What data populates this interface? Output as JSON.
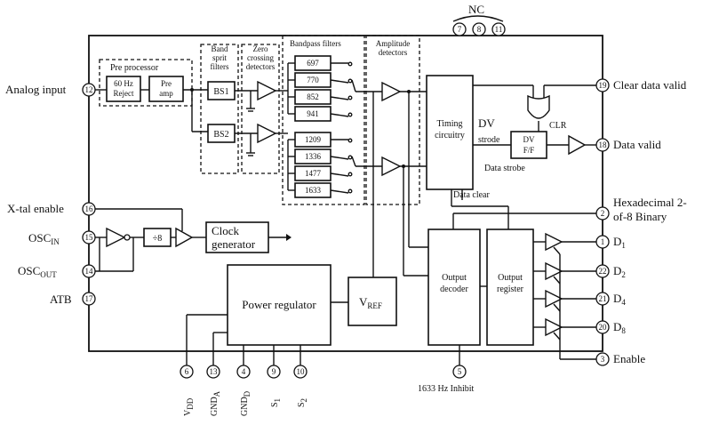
{
  "labels": {
    "nc": "NC",
    "analog_input": "Analog input",
    "pre_processor": "Pre processor",
    "hz_reject_1": "60 Hz",
    "hz_reject_2": "Reject",
    "preamp_1": "Pre",
    "preamp_2": "amp",
    "band_split_1": "Band",
    "band_split_2": "sprit",
    "band_split_3": "filters",
    "bs1": "BS1",
    "bs2": "BS2",
    "zero_cross_1": "Zero",
    "zero_cross_2": "crossing",
    "zero_cross_3": "detectors",
    "bandpass": "Bandpass filters",
    "amp_det_1": "Amplitude",
    "amp_det_2": "detectors",
    "timing_1": "Timing",
    "timing_2": "circuitry",
    "dv_1": "DV",
    "dv_2": "strode",
    "dvff_1": "DV",
    "dvff_2": "F/F",
    "clr": "CLR",
    "data_strobe": "Data strobe",
    "data_clear": "Data clear",
    "clear_data_valid": "Clear data valid",
    "data_valid": "Data valid",
    "hex_1": "Hexadecimal 2-",
    "hex_2": "of-8 Binary",
    "xtal_enable": "X-tal enable",
    "osc_in": "OSC",
    "osc_in_sub": "IN",
    "osc_out": "OSC",
    "osc_out_sub": "OUT",
    "atb": "ATB",
    "divider": "÷8",
    "clock_1": "Clock",
    "clock_2": "generator",
    "power_reg": "Power regulator",
    "vref": "V",
    "vref_sub": "REF",
    "out_dec_1": "Output",
    "out_dec_2": "decoder",
    "out_reg_1": "Output",
    "out_reg_2": "register",
    "d1": "D",
    "d1_sub": "1",
    "d2": "D",
    "d2_sub": "2",
    "d4": "D",
    "d4_sub": "4",
    "d8": "D",
    "d8_sub": "8",
    "enable": "Enable",
    "inhibit": "1633 Hz Inhibit",
    "vdd": "V",
    "vdd_sub": "DD",
    "gnda": "GND",
    "gnda_sub": "A",
    "gndd": "GND",
    "gndd_sub": "D",
    "s1": "S",
    "s1_sub": "1",
    "s2": "S",
    "s2_sub": "2"
  },
  "filters": [
    "697",
    "770",
    "852",
    "941",
    "1209",
    "1336",
    "1477",
    "1633"
  ],
  "pins": {
    "nc_a": "7",
    "nc_b": "8",
    "nc_c": "11",
    "analog": "12",
    "xtal": "16",
    "osc_in": "15",
    "osc_out": "14",
    "atb": "17",
    "clear_dv": "19",
    "data_valid": "18",
    "hex": "2",
    "d1": "1",
    "d2": "22",
    "d4": "21",
    "d8": "20",
    "enable": "3",
    "inhibit": "5",
    "vdd": "6",
    "gnda": "13",
    "gndd": "4",
    "s1": "9",
    "s2": "10"
  }
}
